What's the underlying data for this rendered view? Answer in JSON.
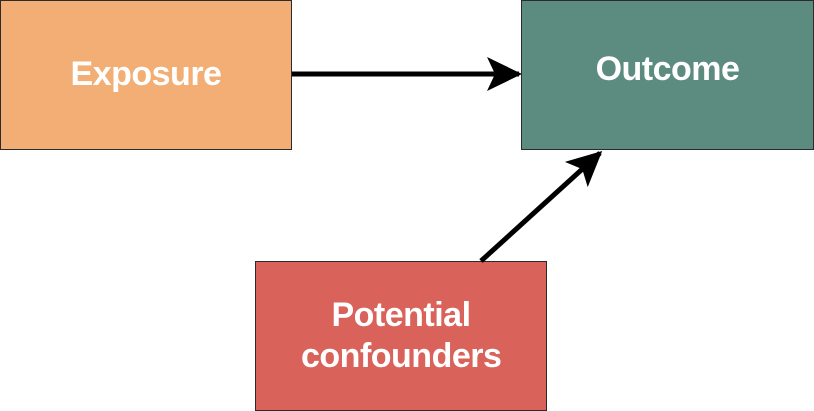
{
  "diagram": {
    "nodes": {
      "exposure": {
        "label": "Exposure",
        "color": "#f2ae74"
      },
      "outcome": {
        "label": "Outcome",
        "color": "#5b8c7f"
      },
      "confounders": {
        "label": "Potential confounders",
        "color": "#d9625a"
      }
    },
    "edges": [
      {
        "from": "exposure",
        "to": "outcome"
      },
      {
        "from": "confounders",
        "to": "outcome"
      }
    ],
    "arrow_color": "#000000"
  }
}
